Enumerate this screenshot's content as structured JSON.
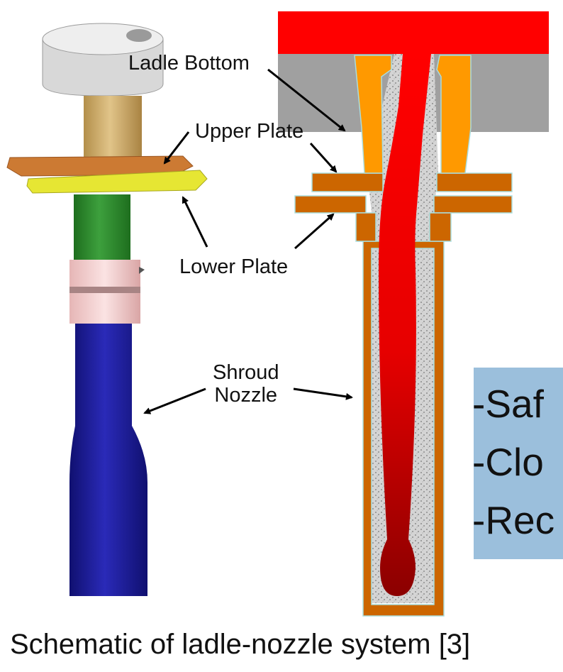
{
  "labels": {
    "ladle_bottom": "Ladle Bottom",
    "upper_plate": "Upper Plate",
    "lower_plate": "Lower Plate",
    "shroud_line1": "Shroud",
    "shroud_line2": "Nozzle"
  },
  "bullets": [
    "-Saf",
    "-Clo",
    "-Rec"
  ],
  "caption": "Schematic of ladle-nozzle system [3]",
  "colors": {
    "molten_steel_top": "#ff0000",
    "molten_steel_bottom": "#8b0000",
    "ladle_bottom": "#a0a0a0",
    "upper_nozzle": "#ff9900",
    "plates": "#cc6600",
    "shroud_3d": "#1a1a99",
    "collector_3d": "#2e8b2e",
    "bullet_box": "#9bbfdc"
  }
}
